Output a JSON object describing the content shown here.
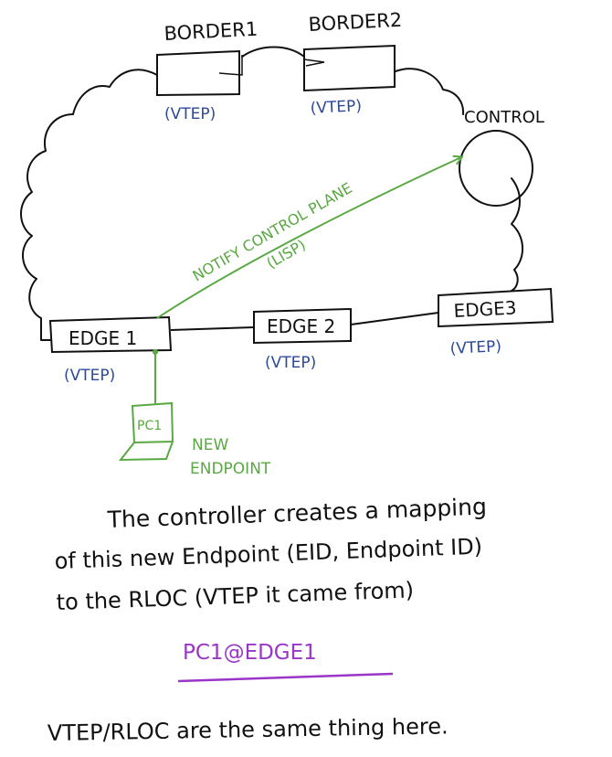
{
  "colors": {
    "ink": "#111111",
    "blue": "#2b4a9a",
    "green": "#5aa843",
    "purple": "#9a35c8"
  },
  "nodes": {
    "border1": {
      "label": "BORDER1",
      "tag": "(VTEP)"
    },
    "border2": {
      "label": "BORDER2",
      "tag": "(VTEP)"
    },
    "control": {
      "label": "CONTROL"
    },
    "edge1": {
      "label": "EDGE 1",
      "tag": "(VTEP)"
    },
    "edge2": {
      "label": "EDGE 2",
      "tag": "(VTEP)"
    },
    "edge3": {
      "label": "EDGE3",
      "tag": "(VTEP)"
    },
    "pc1": {
      "label": "PC1"
    }
  },
  "arrow": {
    "line1": "NOTIFY CONTROL PLANE",
    "line2": "(LISP)"
  },
  "endpoint": {
    "line1": "NEW",
    "line2": "ENDPOINT"
  },
  "notes": {
    "line1": "The controller creates a mapping",
    "line2": "of this new Endpoint (EID, Endpoint ID)",
    "line3": "to the RLOC (VTEP it came from)",
    "mapping": "PC1@EDGE1",
    "footer": "VTEP/RLOC are the same thing here."
  }
}
